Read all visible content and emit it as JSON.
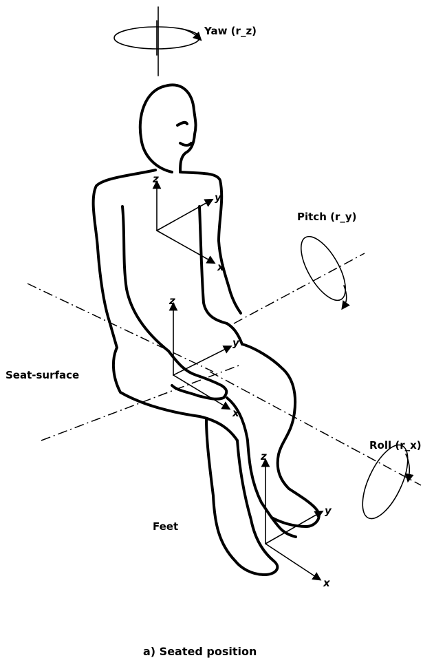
{
  "labels": {
    "yaw": "Yaw (r_z)",
    "pitch": "Pitch (r_y)",
    "roll": "Roll (r_x)",
    "seat_surface": "Seat-surface",
    "feet": "Feet"
  },
  "axes": {
    "back": {
      "z": "z",
      "y": "y",
      "x": "x"
    },
    "seat": {
      "z": "z",
      "y": "y",
      "x": "x"
    },
    "feet": {
      "z": "z",
      "y": "y",
      "x": "x"
    }
  },
  "caption": "a)  Seated position"
}
